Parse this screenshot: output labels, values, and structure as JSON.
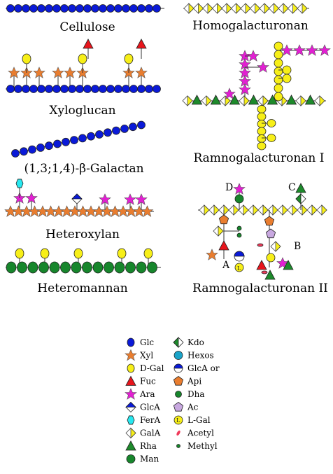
{
  "titles": {
    "cellulose": "Cellulose",
    "homogalacturonan": "Homogalacturonan",
    "xyloglucan": "Xyloglucan",
    "ramnogalacturonan_i": "Ramnogalacturonan I",
    "galactan": "(1,3;1,4)-β-Galactan",
    "heteroxylan": "Heteroxylan",
    "heteromannan": "Heteromannan",
    "ramnogalacturonan_ii": "Ramnogalacturonan II"
  },
  "rg2_chain_labels": {
    "a": "A",
    "b": "B",
    "c": "C",
    "d": "D"
  },
  "legend": {
    "left": [
      {
        "symbol": "circle-blue-icon",
        "label": "Glc"
      },
      {
        "symbol": "star-orange-icon",
        "label": "Xyl"
      },
      {
        "symbol": "circle-yellow-icon",
        "label": "D-Gal"
      },
      {
        "symbol": "triangle-red-icon",
        "label": "Fuc"
      },
      {
        "symbol": "star-magenta-icon",
        "label": "Ara"
      },
      {
        "symbol": "diamond-blue-icon",
        "label": "GlcA"
      },
      {
        "symbol": "hexagon-cyan-icon",
        "label": "FerA"
      },
      {
        "symbol": "diamond-yellow-icon",
        "label": "GalA"
      },
      {
        "symbol": "triangle-green-icon",
        "label": "Rha"
      },
      {
        "symbol": "circle-green-icon",
        "label": "Man"
      }
    ],
    "right": [
      {
        "symbol": "diamond-green-icon",
        "label": "Kdo"
      },
      {
        "symbol": "circle-teal-icon",
        "label": "Hexos"
      },
      {
        "symbol": "circle-split-blue-icon",
        "label": "GlcA or"
      },
      {
        "symbol": "pentagon-orange-icon",
        "label": "Api"
      },
      {
        "symbol": "dot-green-icon",
        "label": "Dha"
      },
      {
        "symbol": "pentagon-lilac-icon",
        "label": "Ac"
      },
      {
        "symbol": "circle-lgal-icon",
        "label": "L-Gal"
      },
      {
        "symbol": "ellipse-pink-icon",
        "label": "Acetyl"
      },
      {
        "symbol": "dot-small-green-icon",
        "label": "Methyl"
      }
    ]
  },
  "colors": {
    "glc": "#0a1ad8",
    "xyl": "#e97d2f",
    "gal": "#f7ef18",
    "fuc": "#e8151c",
    "ara": "#e21fd2",
    "glca": "#0a1ad8",
    "fera": "#27e8f0",
    "gala": "#f7ef18",
    "rha": "#1d8a2b",
    "man": "#17862c",
    "kdo": "#1d8a2b",
    "hexos": "#1aa3c8",
    "api": "#e97d2f",
    "dha": "#17862c",
    "ac": "#c8a8e0",
    "acetyl": "#f03a5a"
  }
}
